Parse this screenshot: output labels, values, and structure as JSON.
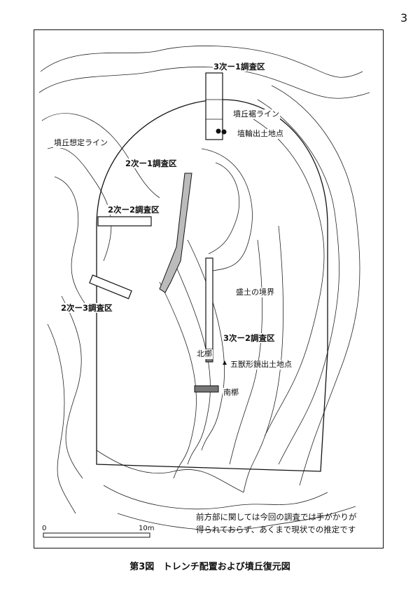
{
  "page_number": "3",
  "labels": {
    "trench_3_1": "3次ー1調査区",
    "mound_skirt_line": "墳丘裾ライン",
    "haniwa_spot": "埴輪出土地点",
    "assumed_mound_line": "墳丘想定ライン",
    "trench_2_1": "2次ー1調査区",
    "trench_2_2": "2次ー2調査区",
    "trench_2_3": "2次ー3調査区",
    "fill_boundary": "盛土の境界",
    "trench_3_2": "3次ー2調査区",
    "north_coffin": "北槨",
    "mirror_spot": "五獣形鏡出土地点",
    "south_coffin": "南槨"
  },
  "note_lines": [
    "前方部に関しては今回の調査では手がかりが",
    "得られておらず、あくまで現状での推定です"
  ],
  "scale": {
    "start": "0",
    "end": "10m"
  },
  "caption": {
    "figure_no": "第3図",
    "title": "トレンチ配置および墳丘復元図"
  }
}
